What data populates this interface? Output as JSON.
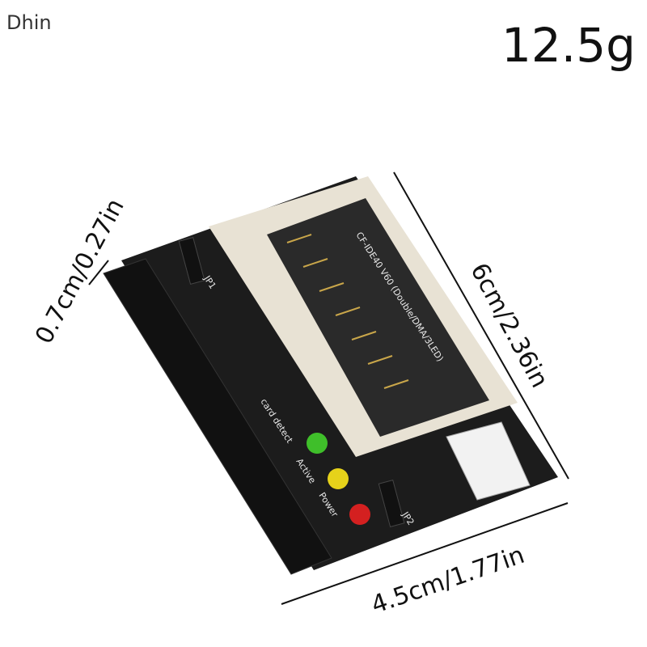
{
  "watermark": "Dhin",
  "weight_label": "12.5g",
  "dimensions": {
    "thickness": "0.7cm/0.27in",
    "length": "6cm/2.36in",
    "width": "4.5cm/1.77in"
  },
  "board_print": {
    "title": "CF-IDE40 V60 (Double/DMA/3LED)",
    "leds": [
      "card detect",
      "Active",
      "Power"
    ],
    "jumpers": [
      "JP1",
      "JP2"
    ]
  },
  "colors": {
    "pcb": "#1a1a1a",
    "connector": "#e8e2d4",
    "led_green": "#3fbf2a",
    "led_yellow": "#e6d21a",
    "led_red": "#d42020"
  }
}
